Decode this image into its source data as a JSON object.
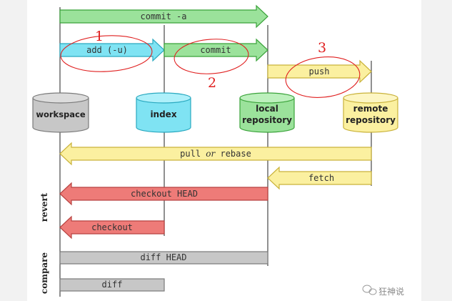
{
  "colors": {
    "green_fill": "#9be29b",
    "green_stroke": "#3aa33a",
    "cyan_fill": "#7fe3f3",
    "cyan_stroke": "#2aa9c0",
    "yellow_fill": "#fbf0a0",
    "yellow_stroke": "#c9b23a",
    "red_fill": "#ee7b78",
    "red_stroke": "#b84240",
    "gray_fill": "#c7c7c7",
    "gray_stroke": "#7a7a7a",
    "annotation_red": "#e02020"
  },
  "stores": [
    {
      "label_lines": [
        "workspace"
      ],
      "color": "gray"
    },
    {
      "label_lines": [
        "index"
      ],
      "color": "cyan"
    },
    {
      "label_lines": [
        "local",
        "repository"
      ],
      "color": "green"
    },
    {
      "label_lines": [
        "remote",
        "repository"
      ],
      "color": "yellow"
    }
  ],
  "commands": {
    "commit_a": "commit -a",
    "add": "add (-u)",
    "commit": "commit",
    "push": "push",
    "pull_prefix": "pull ",
    "pull_or": "or",
    "pull_suffix": " rebase",
    "fetch": "fetch",
    "checkout_head": "checkout HEAD",
    "checkout": "checkout",
    "diff_head": "diff HEAD",
    "diff": "diff"
  },
  "side_labels": {
    "revert": "revert",
    "compare": "compare"
  },
  "annotations": {
    "step1": "1",
    "step2": "2",
    "step3": "3"
  },
  "watermark": "狂神说"
}
